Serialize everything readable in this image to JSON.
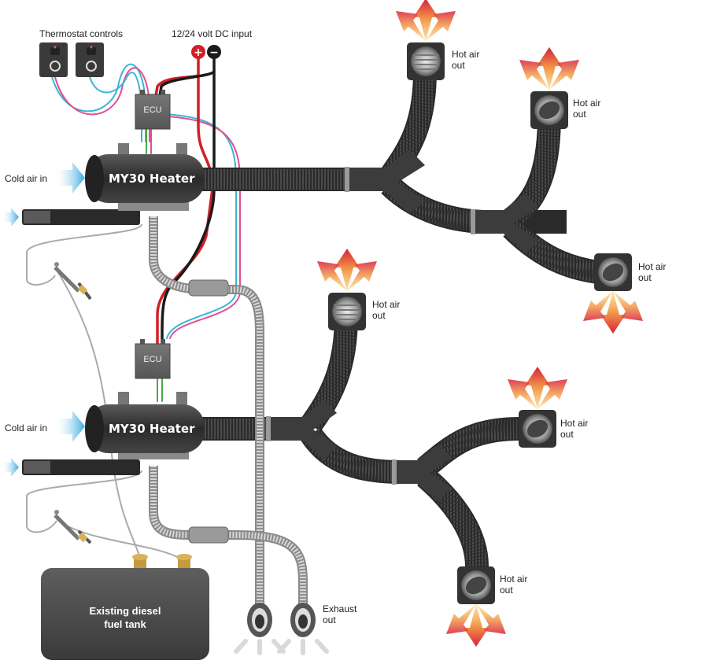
{
  "labels": {
    "thermostat_controls": "Thermostat controls",
    "dc_input": "12/24 volt DC input",
    "ecu": "ECU",
    "heater_name": "MY30 Heater",
    "cold_air_in": "Cold air in",
    "hot_air_line1": "Hot air",
    "hot_air_line2": "out",
    "exhaust_line1": "Exhaust",
    "exhaust_line2": "out",
    "tank_line1": "Existing diesel",
    "tank_line2": "fuel tank",
    "positive_symbol": "+",
    "negative_symbol": "−"
  },
  "colors": {
    "hose": "#2f2f2f",
    "hose_light": "#555555",
    "heater_body": "#3a3a3a",
    "positive_wire": "#d21f26",
    "negative_wire": "#1a1a1a",
    "wire_cyan": "#37b6d8",
    "wire_pink": "#e0508f",
    "wire_green": "#4aa84a",
    "arrow_hot_start": "#d8203a",
    "arrow_hot_end": "#f6b860",
    "arrow_cold": "#38a9e0",
    "tank": "#4a4a4a"
  },
  "icons": {
    "vent": "vent-icon",
    "thermostat": "thermostat-icon",
    "exhaust": "exhaust-outlet-icon"
  }
}
